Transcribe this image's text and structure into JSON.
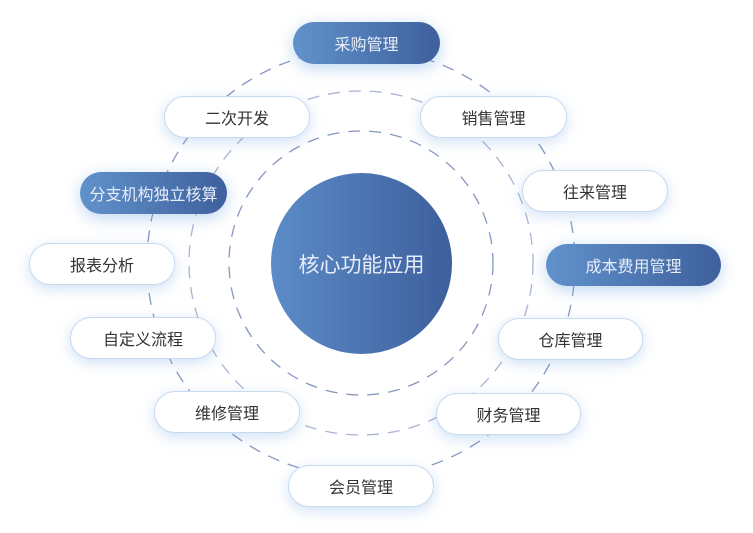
{
  "center": {
    "label": "核心功能应用"
  },
  "nodes": [
    {
      "label": "采购管理",
      "style": "dark"
    },
    {
      "label": "二次开发",
      "style": "light"
    },
    {
      "label": "销售管理",
      "style": "light"
    },
    {
      "label": "分支机构独立核算",
      "style": "dark"
    },
    {
      "label": "往来管理",
      "style": "light"
    },
    {
      "label": "报表分析",
      "style": "light"
    },
    {
      "label": "成本费用管理",
      "style": "dark"
    },
    {
      "label": "自定义流程",
      "style": "light"
    },
    {
      "label": "仓库管理",
      "style": "light"
    },
    {
      "label": "维修管理",
      "style": "light"
    },
    {
      "label": "财务管理",
      "style": "light"
    },
    {
      "label": "会员管理",
      "style": "light"
    }
  ],
  "colors": {
    "accent_start": "#6192cb",
    "accent_end": "#3e609d",
    "ring": "#7f93bf"
  }
}
